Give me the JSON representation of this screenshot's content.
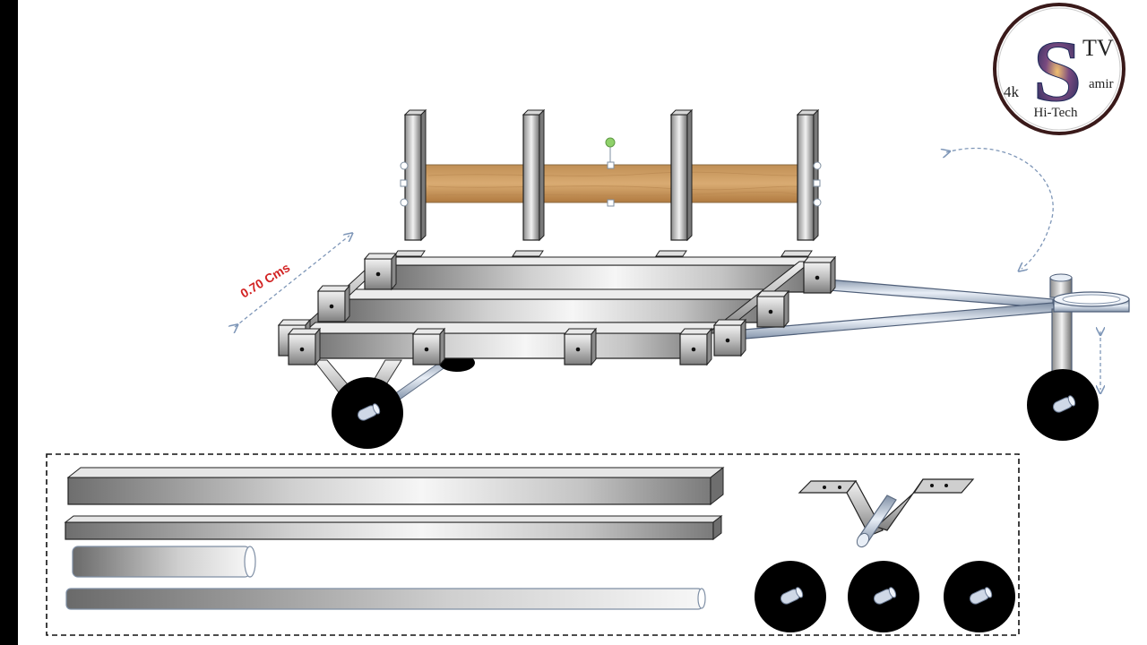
{
  "dimension": {
    "label": "0.70 Cms"
  },
  "logo": {
    "big_letter": "S",
    "tv": "TV",
    "four_k": "4k",
    "amir": "amir",
    "hi_tech": "Hi-Tech",
    "ring_color": "#3a1a1a"
  },
  "colors": {
    "background": "#ffffff",
    "left_bar": "#000000",
    "steel_dark": "#6e6e6e",
    "steel_light": "#f4f4f4",
    "wood_dark": "#b5834a",
    "wood_light": "#d9ab72",
    "wheel": "#000000",
    "dimension_text": "#d22222",
    "arrow": "#7f97b8",
    "handle": "#8fd16a"
  },
  "parts_panel": {
    "border": "dashed",
    "wheel_count": 3
  }
}
